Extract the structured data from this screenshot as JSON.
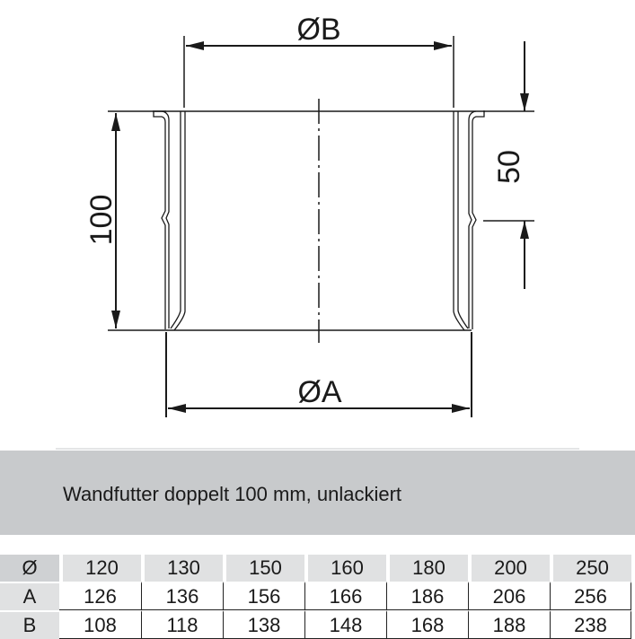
{
  "drawing": {
    "dimension_labels": {
      "top_width": "ØB",
      "bottom_width": "ØA",
      "height_total": "100",
      "height_partial": "50"
    },
    "colors": {
      "line": "#1a1a1a",
      "title_band": "#c8cacc",
      "table_header_bg": "#e0e1e2",
      "table_rowhead_bg": "#cfd1d3"
    }
  },
  "title": "Wandfutter doppelt 100 mm, unlackiert",
  "table": {
    "rows": [
      {
        "label": "Ø",
        "values": [
          "120",
          "130",
          "150",
          "160",
          "180",
          "200",
          "250"
        ]
      },
      {
        "label": "A",
        "values": [
          "126",
          "136",
          "156",
          "166",
          "186",
          "206",
          "256"
        ]
      },
      {
        "label": "B",
        "values": [
          "108",
          "118",
          "138",
          "148",
          "168",
          "188",
          "238"
        ]
      }
    ]
  }
}
